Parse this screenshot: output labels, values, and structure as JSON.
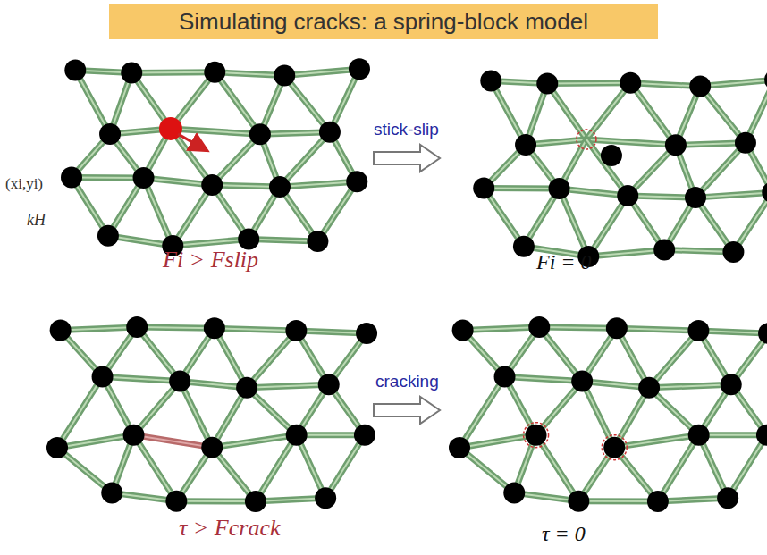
{
  "diagram": {
    "title": "Simulating cracks: a spring-block model",
    "labels": [
      "(xi,yi)",
      "kH",
      "Fi > Fslip",
      "stick-slip",
      "Fi = 0",
      "cracking",
      "τ > Fcrack",
      "τ = 0"
    ]
  }
}
